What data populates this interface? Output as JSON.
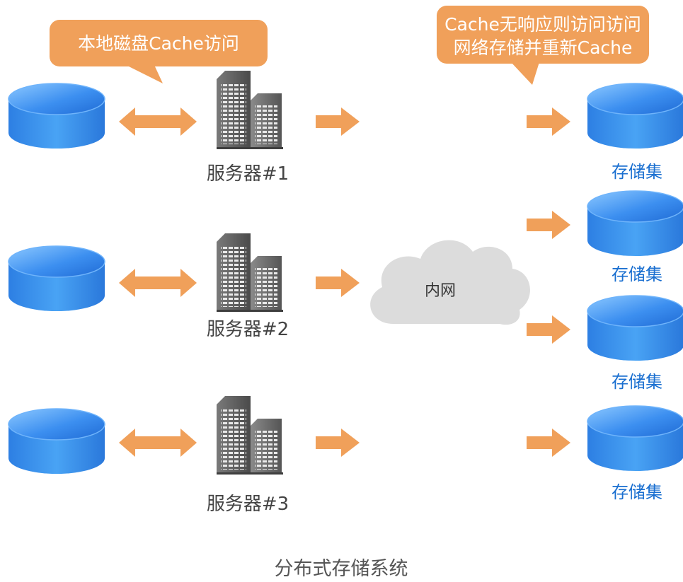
{
  "callouts": {
    "local_cache": "本地磁盘Cache访问",
    "fallback_line1": "Cache无响应则访问访问",
    "fallback_line2": "网络存储并重新Cache"
  },
  "servers": [
    {
      "label": "服务器#1"
    },
    {
      "label": "服务器#2"
    },
    {
      "label": "服务器#3"
    }
  ],
  "network": {
    "label": "内网"
  },
  "storage_sets": [
    {
      "label": "存储集"
    },
    {
      "label": "存储集"
    },
    {
      "label": "存储集"
    },
    {
      "label": "存储集"
    }
  ],
  "caption": "分布式存储系统",
  "colors": {
    "arrow": "#f0a05a",
    "bubble": "#f0a05a",
    "disk_top": "#2f80e6",
    "disk_body": "#3d94ee",
    "cloud": "#dcdcdc",
    "storage_label": "#1a6fd0"
  }
}
